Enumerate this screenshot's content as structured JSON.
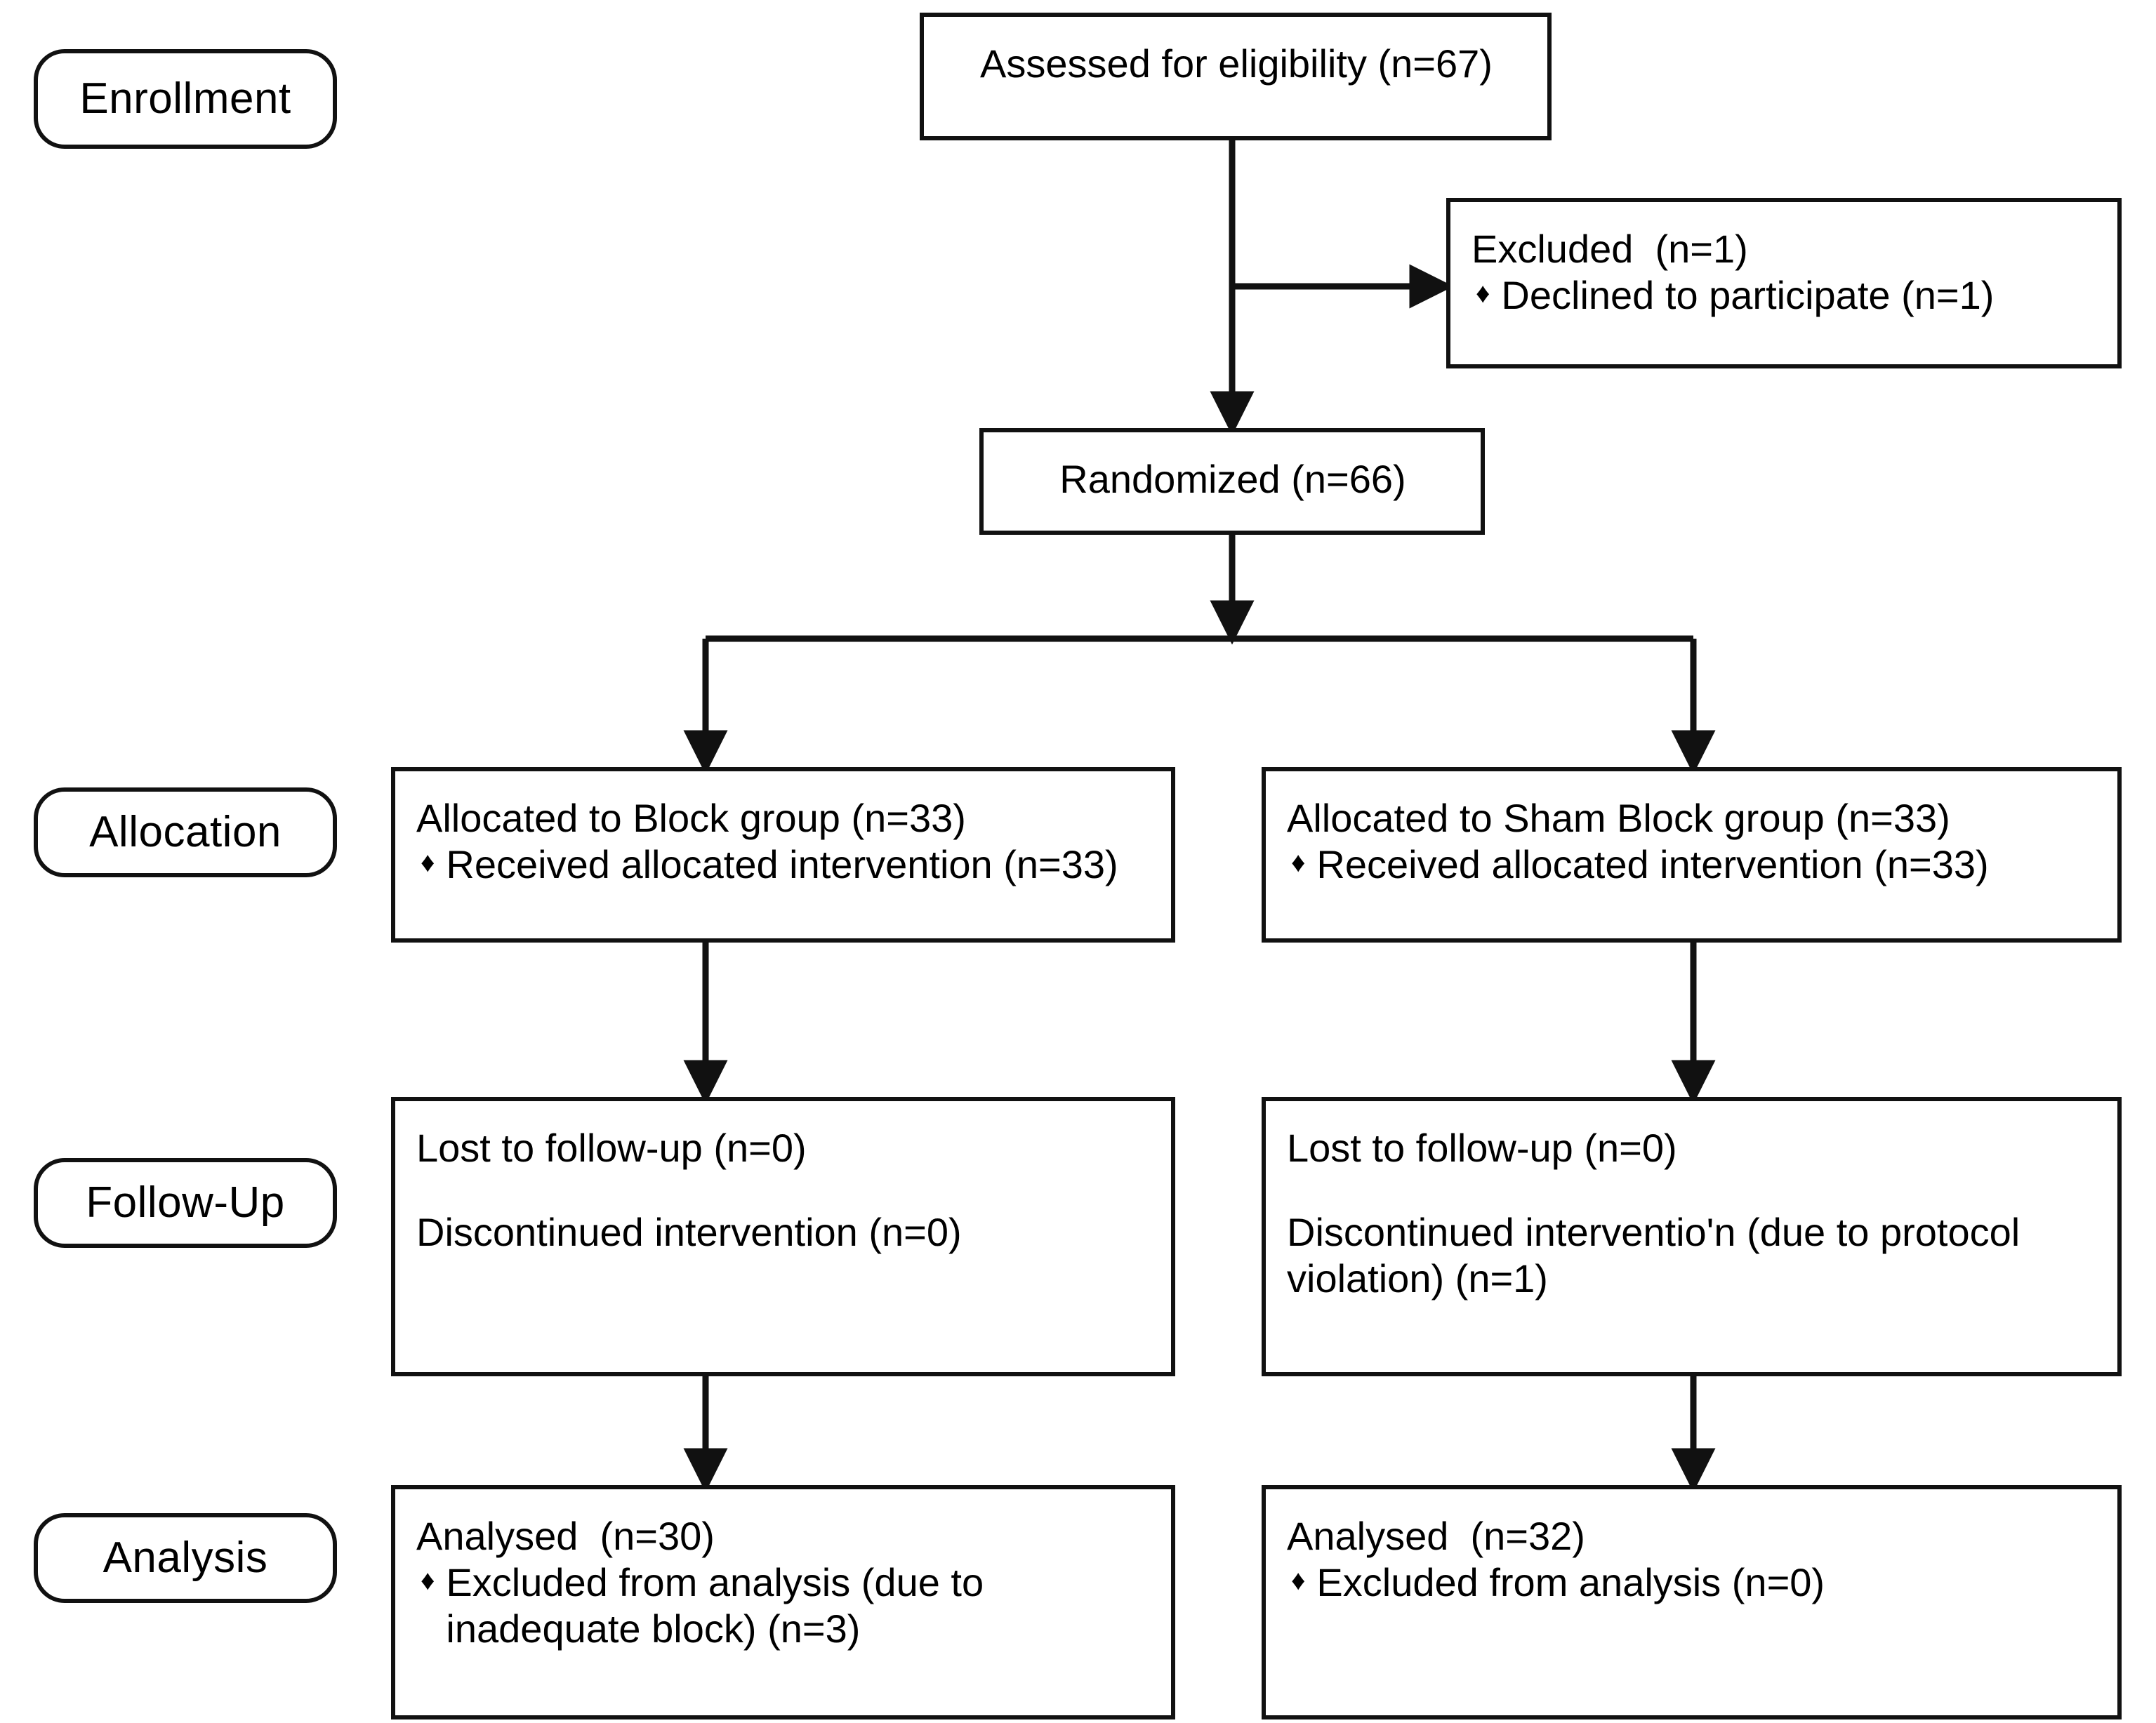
{
  "diagram": {
    "title": "CONSORT participant flow diagram",
    "stroke_color": "#111111",
    "background_color": "#ffffff",
    "bullet_glyph": "♦"
  },
  "stages": [
    {
      "id": "enrollment",
      "label": "Enrollment"
    },
    {
      "id": "allocation",
      "label": "Allocation"
    },
    {
      "id": "follow_up",
      "label": "Follow-Up"
    },
    {
      "id": "analysis",
      "label": "Analysis"
    }
  ],
  "nodes": {
    "eligibility": {
      "line1": "Assessed for eligibility (n=67)"
    },
    "excluded": {
      "line1": "Excluded  (n=1)",
      "bullet1": "Declined to participate (n=1)"
    },
    "randomized": {
      "line1": "Randomized (n=66)"
    },
    "allocation_left": {
      "line1": "Allocated to Block group (n=33)",
      "bullet1": "Received allocated intervention (n=33)"
    },
    "allocation_right": {
      "line1": "Allocated to Sham Block group (n=33)",
      "bullet1": "Received allocated intervention (n=33)"
    },
    "followup_left": {
      "line1": "Lost to follow-up (n=0)",
      "line2": "Discontinued intervention (n=0)"
    },
    "followup_right": {
      "line1": "Lost to follow-up (n=0)",
      "line2": "Discontinued interventio'n (due to protocol violation) (n=1)"
    },
    "analysis_left": {
      "line1": "Analysed  (n=30)",
      "bullet1": "Excluded from analysis (due to inadequate block) (n=3)"
    },
    "analysis_right": {
      "line1": "Analysed  (n=32)",
      "bullet1": "Excluded from analysis (n=0)"
    }
  },
  "chart_data": {
    "type": "diagram",
    "title": "CONSORT flow diagram",
    "flow": [
      {
        "stage": "Enrollment",
        "node": "Assessed for eligibility",
        "n": 67
      },
      {
        "stage": "Enrollment",
        "node": "Excluded",
        "n": 1,
        "reasons": [
          {
            "reason": "Declined to participate",
            "n": 1
          }
        ]
      },
      {
        "stage": "Enrollment",
        "node": "Randomized",
        "n": 66
      },
      {
        "stage": "Allocation",
        "arm": "Block group",
        "node": "Allocated",
        "n": 33,
        "details": [
          {
            "item": "Received allocated intervention",
            "n": 33
          }
        ]
      },
      {
        "stage": "Allocation",
        "arm": "Sham Block group",
        "node": "Allocated",
        "n": 33,
        "details": [
          {
            "item": "Received allocated intervention",
            "n": 33
          }
        ]
      },
      {
        "stage": "Follow-Up",
        "arm": "Block group",
        "details": [
          {
            "item": "Lost to follow-up",
            "n": 0
          },
          {
            "item": "Discontinued intervention",
            "n": 0
          }
        ]
      },
      {
        "stage": "Follow-Up",
        "arm": "Sham Block group",
        "details": [
          {
            "item": "Lost to follow-up",
            "n": 0
          },
          {
            "item": "Discontinued intervention (due to protocol violation)",
            "n": 1
          }
        ]
      },
      {
        "stage": "Analysis",
        "arm": "Block group",
        "node": "Analysed",
        "n": 30,
        "details": [
          {
            "item": "Excluded from analysis (due to inadequate block)",
            "n": 3
          }
        ]
      },
      {
        "stage": "Analysis",
        "arm": "Sham Block group",
        "node": "Analysed",
        "n": 32,
        "details": [
          {
            "item": "Excluded from analysis",
            "n": 0
          }
        ]
      }
    ]
  }
}
